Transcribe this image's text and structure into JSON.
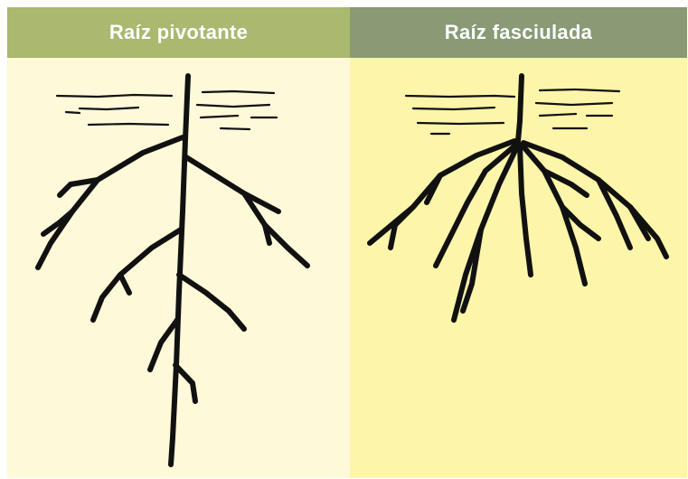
{
  "panels": [
    {
      "title": "Raíz pivotante",
      "root_type": "taproot",
      "background": "#fef9d8",
      "header_color": "#aab870"
    },
    {
      "title": "Raíz fasciulada",
      "root_type": "fibrous-root",
      "background": "#fdf5a9",
      "header_color": "#899a74"
    }
  ],
  "colors": {
    "line": "#111111",
    "header_text": "#ffffff"
  }
}
